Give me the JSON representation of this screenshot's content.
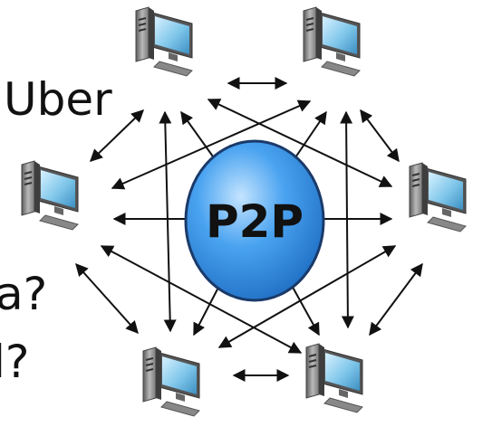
{
  "center_label": "P2P",
  "captions": {
    "line1": "Uber",
    "line2": "a?",
    "line3": "l?"
  },
  "computers": [
    {
      "id": "top-left"
    },
    {
      "id": "top-right"
    },
    {
      "id": "left"
    },
    {
      "id": "right"
    },
    {
      "id": "bottom-left"
    },
    {
      "id": "bottom-right"
    }
  ],
  "colors": {
    "hub_light": "#c4e4ff",
    "hub_mid": "#4aa3f0",
    "hub_dark": "#1f6fc4",
    "hub_outline": "#1a3a6a",
    "arrow": "#111111",
    "caption": "#111111"
  }
}
